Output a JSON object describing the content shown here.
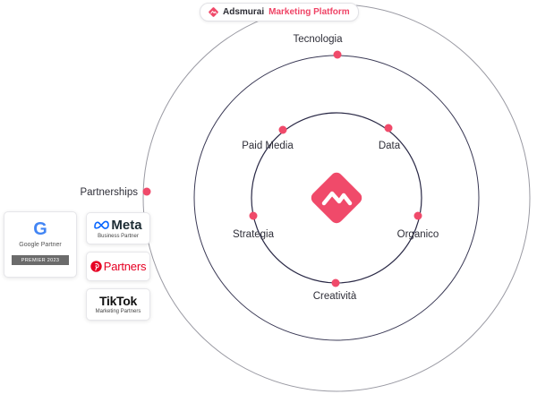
{
  "header": {
    "brand": "Adsmurai",
    "product": "Marketing Platform"
  },
  "diagram": {
    "outer_labels": {
      "top": "Tecnologia",
      "left": "Partnerships"
    },
    "inner_labels": {
      "top_left": "Paid Media",
      "top_right": "Data",
      "left": "Strategia",
      "right": "Organico",
      "bottom": "Creatività"
    }
  },
  "partners": {
    "google": {
      "logo": "G",
      "name": "Google Partner",
      "badge": "PREMIER 2023"
    },
    "meta": {
      "logo": "Meta",
      "sub": "Business Partner"
    },
    "pinterest": {
      "logo": "Partners"
    },
    "tiktok": {
      "logo": "TikTok",
      "sub": "Marketing Partners"
    }
  },
  "colors": {
    "accent": "#f04a6a",
    "ring_outer": "#8e8e98",
    "ring_inner": "#2a2946"
  }
}
